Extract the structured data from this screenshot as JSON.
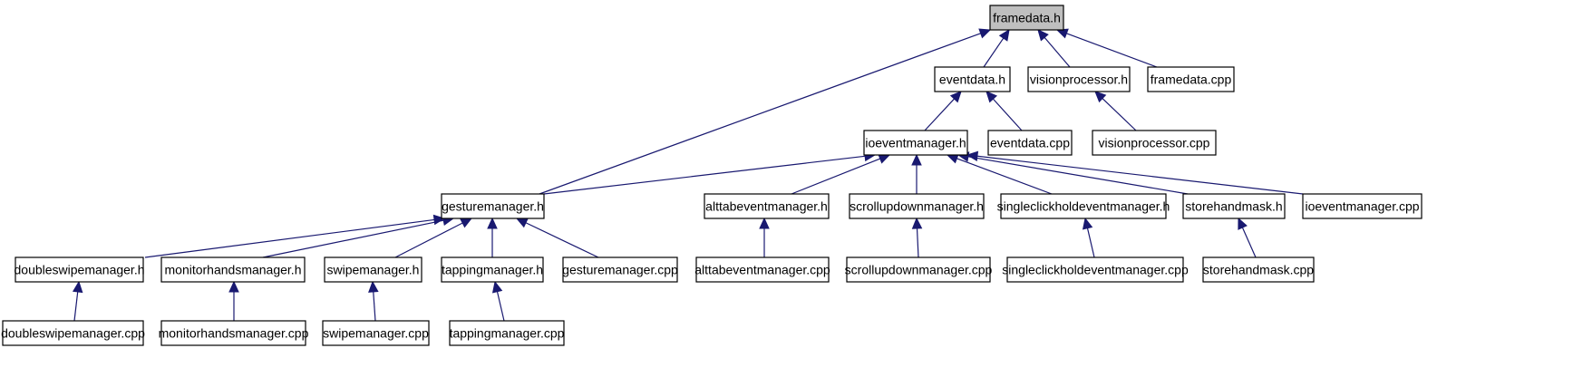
{
  "graph": {
    "root": "framedata.h",
    "edge_color": "#191970",
    "root_fill": "#bfbfbf",
    "nodes": [
      {
        "id": "framedata_h",
        "label": "framedata.h",
        "root": true
      },
      {
        "id": "eventdata_h",
        "label": "eventdata.h"
      },
      {
        "id": "visionprocessor_h",
        "label": "visionprocessor.h"
      },
      {
        "id": "framedata_cpp",
        "label": "framedata.cpp"
      },
      {
        "id": "ioeventmanager_h",
        "label": "ioeventmanager.h"
      },
      {
        "id": "eventdata_cpp",
        "label": "eventdata.cpp"
      },
      {
        "id": "visionprocessor_cpp",
        "label": "visionprocessor.cpp"
      },
      {
        "id": "gesturemanager_h",
        "label": "gesturemanager.h"
      },
      {
        "id": "alttabeventmanager_h",
        "label": "alttabeventmanager.h"
      },
      {
        "id": "scrollupdownmanager_h",
        "label": "scrollupdownmanager.h"
      },
      {
        "id": "singleclickholdeventmanager_h",
        "label": "singleclickholdeventmanager.h"
      },
      {
        "id": "storehandmask_h",
        "label": "storehandmask.h"
      },
      {
        "id": "ioeventmanager_cpp",
        "label": "ioeventmanager.cpp"
      },
      {
        "id": "doubleswipemanager_h",
        "label": "doubleswipemanager.h"
      },
      {
        "id": "monitorhandsmanager_h",
        "label": "monitorhandsmanager.h"
      },
      {
        "id": "swipemanager_h",
        "label": "swipemanager.h"
      },
      {
        "id": "tappingmanager_h",
        "label": "tappingmanager.h"
      },
      {
        "id": "gesturemanager_cpp",
        "label": "gesturemanager.cpp"
      },
      {
        "id": "alttabeventmanager_cpp",
        "label": "alttabeventmanager.cpp"
      },
      {
        "id": "scrollupdownmanager_cpp",
        "label": "scrollupdownmanager.cpp"
      },
      {
        "id": "singleclickholdeventmanager_cpp",
        "label": "singleclickholdeventmanager.cpp"
      },
      {
        "id": "storehandmask_cpp",
        "label": "storehandmask.cpp"
      },
      {
        "id": "doubleswipemanager_cpp",
        "label": "doubleswipemanager.cpp"
      },
      {
        "id": "monitorhandsmanager_cpp",
        "label": "monitorhandsmanager.cpp"
      },
      {
        "id": "swipemanager_cpp",
        "label": "swipemanager.cpp"
      },
      {
        "id": "tappingmanager_cpp",
        "label": "tappingmanager.cpp"
      }
    ],
    "edges": [
      {
        "from": "eventdata_h",
        "to": "framedata_h"
      },
      {
        "from": "visionprocessor_h",
        "to": "framedata_h"
      },
      {
        "from": "framedata_cpp",
        "to": "framedata_h"
      },
      {
        "from": "gesturemanager_h",
        "to": "framedata_h"
      },
      {
        "from": "ioeventmanager_h",
        "to": "eventdata_h"
      },
      {
        "from": "eventdata_cpp",
        "to": "eventdata_h"
      },
      {
        "from": "visionprocessor_cpp",
        "to": "visionprocessor_h"
      },
      {
        "from": "gesturemanager_h",
        "to": "ioeventmanager_h"
      },
      {
        "from": "alttabeventmanager_h",
        "to": "ioeventmanager_h"
      },
      {
        "from": "scrollupdownmanager_h",
        "to": "ioeventmanager_h"
      },
      {
        "from": "singleclickholdeventmanager_h",
        "to": "ioeventmanager_h"
      },
      {
        "from": "storehandmask_h",
        "to": "ioeventmanager_h"
      },
      {
        "from": "ioeventmanager_cpp",
        "to": "ioeventmanager_h"
      },
      {
        "from": "doubleswipemanager_h",
        "to": "gesturemanager_h"
      },
      {
        "from": "monitorhandsmanager_h",
        "to": "gesturemanager_h"
      },
      {
        "from": "swipemanager_h",
        "to": "gesturemanager_h"
      },
      {
        "from": "tappingmanager_h",
        "to": "gesturemanager_h"
      },
      {
        "from": "gesturemanager_cpp",
        "to": "gesturemanager_h"
      },
      {
        "from": "alttabeventmanager_cpp",
        "to": "alttabeventmanager_h"
      },
      {
        "from": "scrollupdownmanager_cpp",
        "to": "scrollupdownmanager_h"
      },
      {
        "from": "singleclickholdeventmanager_cpp",
        "to": "singleclickholdeventmanager_h"
      },
      {
        "from": "storehandmask_cpp",
        "to": "storehandmask_h"
      },
      {
        "from": "doubleswipemanager_cpp",
        "to": "doubleswipemanager_h"
      },
      {
        "from": "monitorhandsmanager_cpp",
        "to": "monitorhandsmanager_h"
      },
      {
        "from": "swipemanager_cpp",
        "to": "swipemanager_h"
      },
      {
        "from": "tappingmanager_cpp",
        "to": "tappingmanager_h"
      }
    ]
  }
}
